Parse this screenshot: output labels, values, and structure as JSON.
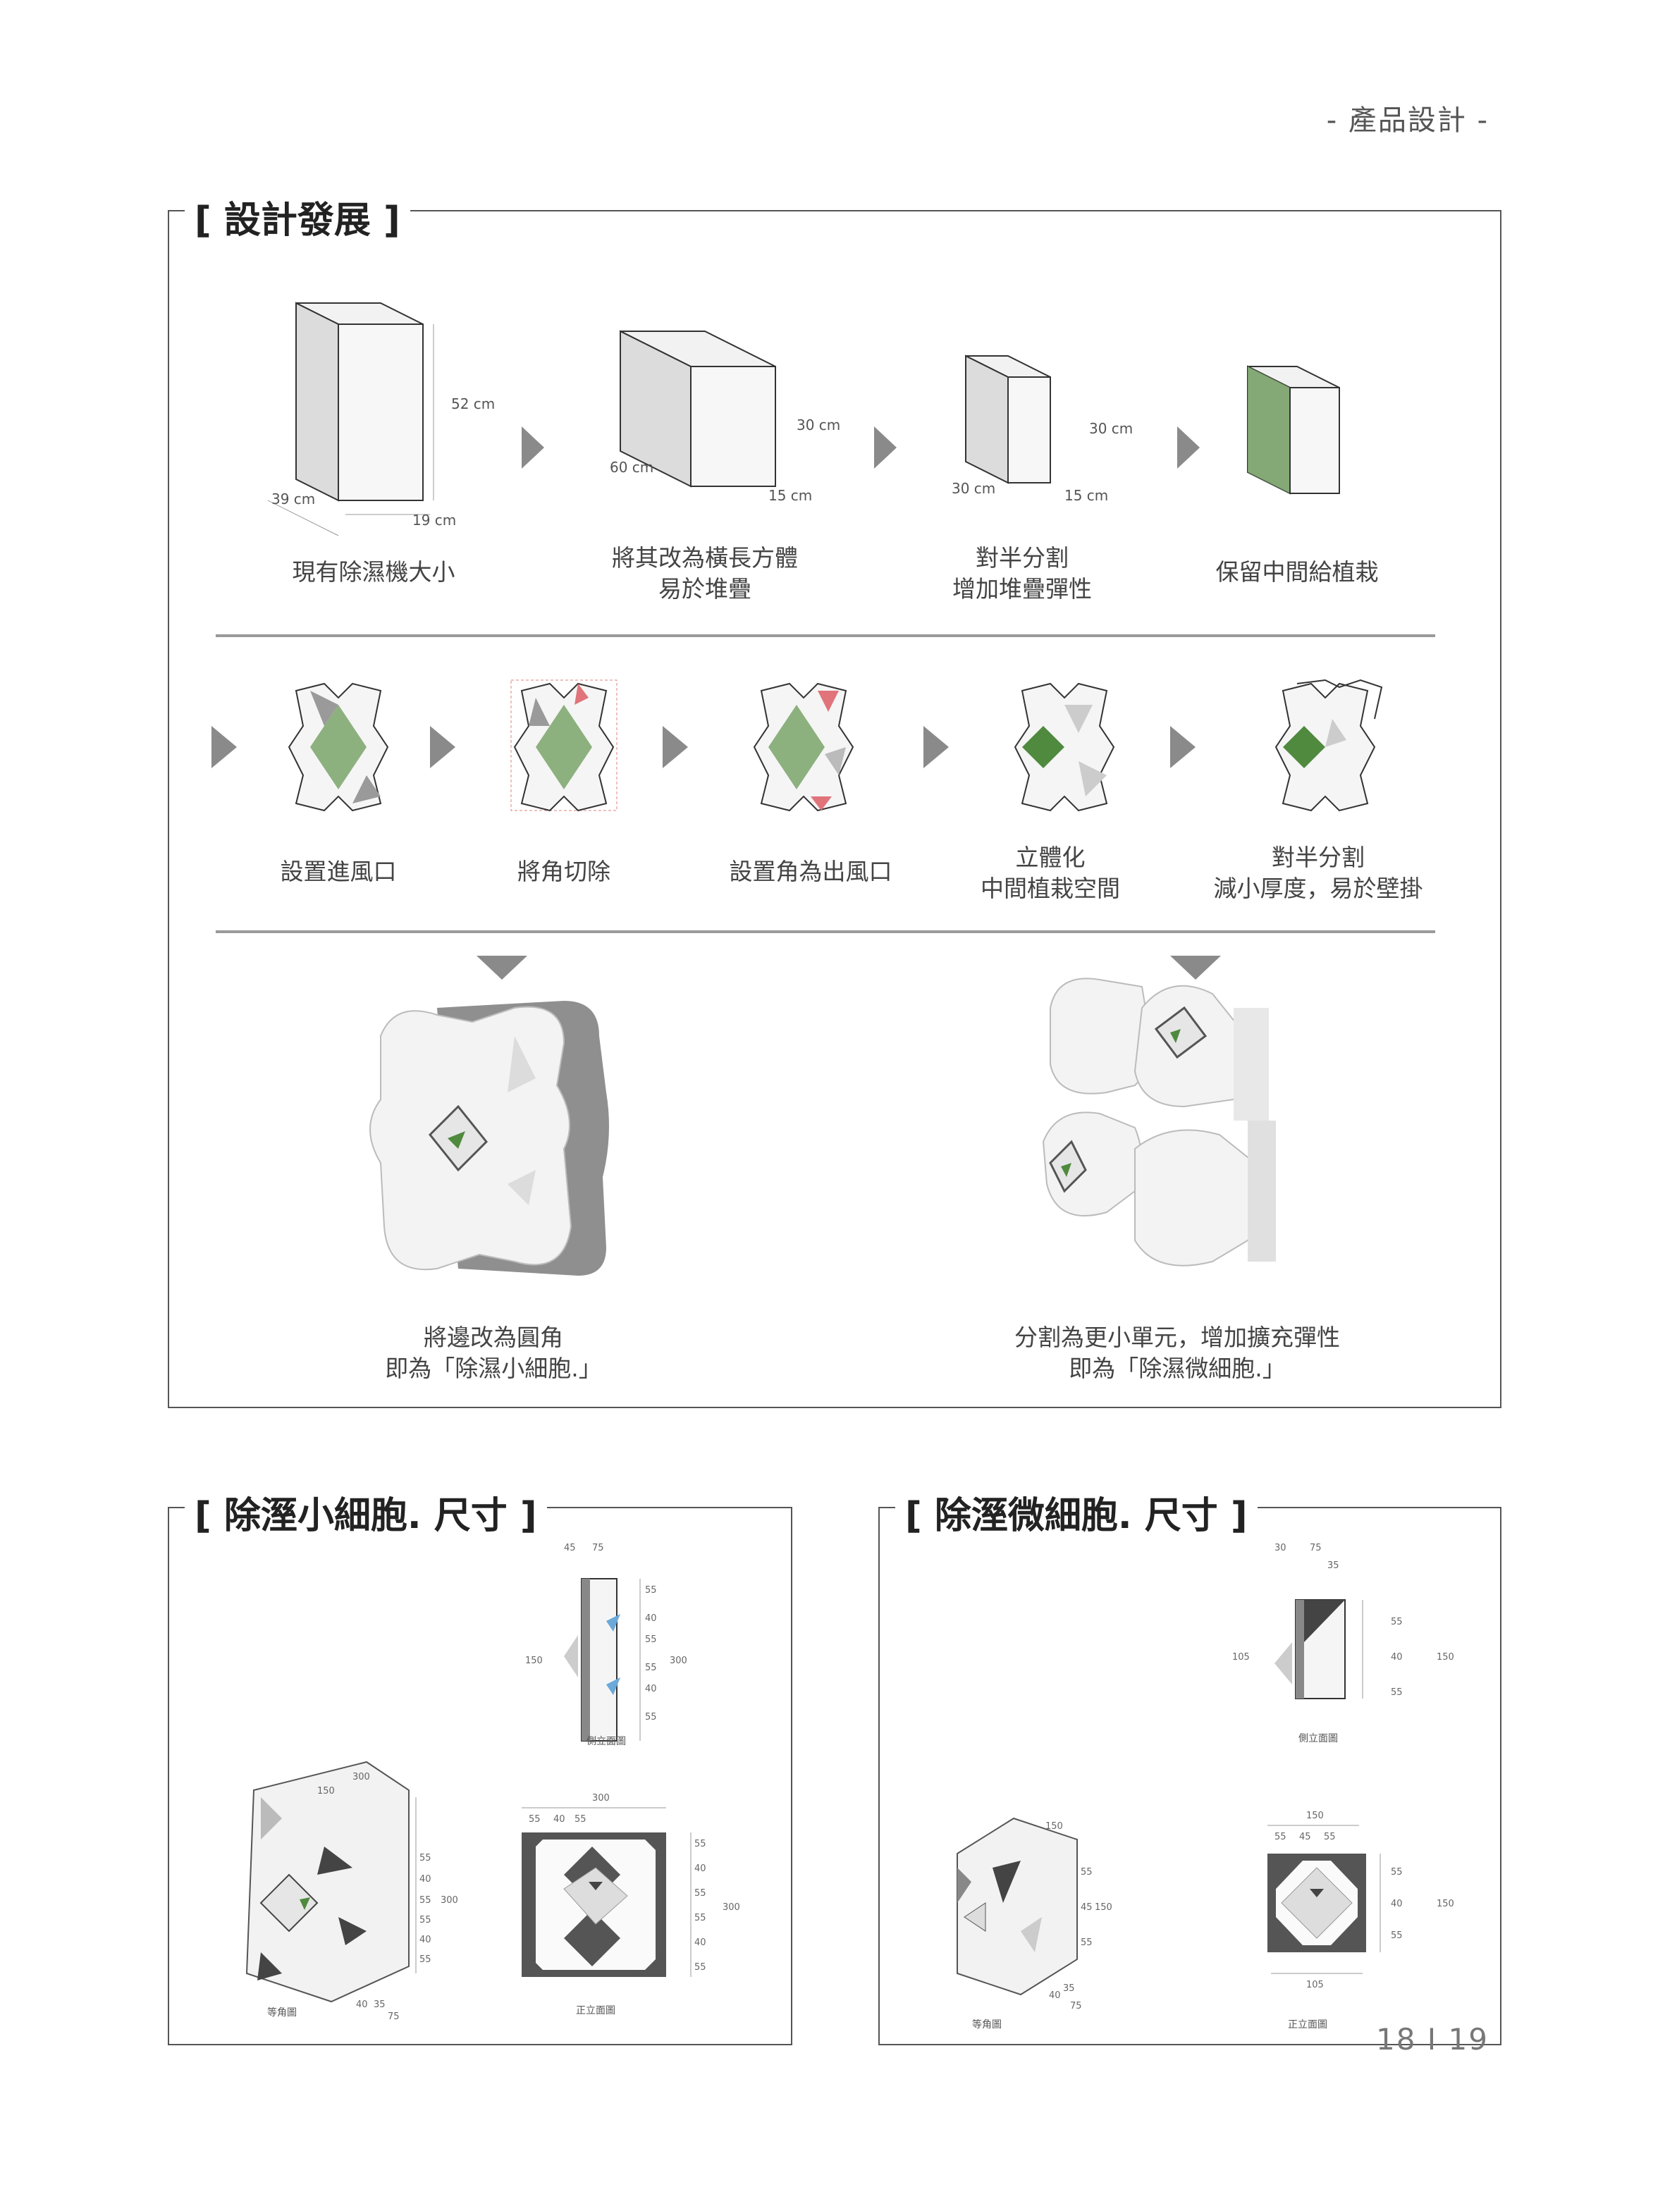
{
  "header": {
    "category": "- 產品設計 -"
  },
  "design_development": {
    "title": "[ 設計發展 ]",
    "row1": [
      {
        "caption": [
          "現有除濕機大小"
        ],
        "dims": [
          "52 cm",
          "39 cm",
          "19 cm"
        ]
      },
      {
        "caption": [
          "將其改為橫長方體",
          "易於堆疊"
        ],
        "dims": [
          "60 cm",
          "30 cm",
          "15 cm"
        ]
      },
      {
        "caption": [
          "對半分割",
          "增加堆疊彈性"
        ],
        "dims": [
          "30 cm",
          "30 cm",
          "15 cm"
        ]
      },
      {
        "caption": [
          "保留中間給植栽"
        ]
      }
    ],
    "row2": [
      {
        "caption": [
          "設置進風口"
        ]
      },
      {
        "caption": [
          "將角切除"
        ]
      },
      {
        "caption": [
          "設置角為出風口"
        ]
      },
      {
        "caption": [
          "立體化",
          "中間植栽空間"
        ]
      },
      {
        "caption": [
          "對半分割",
          "減小厚度，易於壁掛"
        ]
      }
    ],
    "final_left": {
      "caption": [
        "將邊改為圓角",
        "即為「除濕小細胞.」"
      ]
    },
    "final_right": {
      "caption": [
        "分割為更小單元，增加擴充彈性",
        "即為「除濕微細胞.」"
      ]
    }
  },
  "small_cell": {
    "title": "[ 除溼小細胞. 尺寸 ]",
    "side_view": {
      "label": "側立面圖",
      "top_dims": [
        "45",
        "75"
      ],
      "right_dims": [
        "55",
        "40",
        "55",
        "55",
        "40",
        "55"
      ],
      "height": "150",
      "total": "300"
    },
    "iso_view": {
      "label": "等角圖",
      "dims": [
        "300",
        "150",
        "55",
        "40",
        "55",
        "55",
        "40",
        "55",
        "300",
        "40",
        "35",
        "75"
      ]
    },
    "front_view": {
      "label": "正立面圖",
      "width": "300",
      "top_dims": [
        "55",
        "40",
        "55"
      ],
      "right_dims": [
        "55",
        "40",
        "55",
        "55",
        "40",
        "55"
      ],
      "total": "300"
    }
  },
  "micro_cell": {
    "title": "[ 除溼微細胞. 尺寸 ]",
    "side_view": {
      "label": "側立面圖",
      "top_dims": [
        "30",
        "75",
        "35"
      ],
      "right_dims": [
        "55",
        "40",
        "55"
      ],
      "height": "105",
      "total": "150"
    },
    "iso_view": {
      "label": "等角圖",
      "dims": [
        "150",
        "55",
        "45",
        "150",
        "55",
        "40",
        "35",
        "75"
      ]
    },
    "front_view": {
      "label": "正立面圖",
      "width": "150",
      "top_dims": [
        "55",
        "45",
        "55"
      ],
      "right_dims": [
        "55",
        "40",
        "55"
      ],
      "total": "150",
      "bottom": "105"
    }
  },
  "footer": {
    "page_numbers": "18 I 19"
  },
  "colors": {
    "plant_green": "#7aa36a",
    "dark_green": "#4f8a3e",
    "outlet_red": "#e0747a",
    "arrow_gray": "#8a8a8a",
    "frame": "#555555"
  }
}
